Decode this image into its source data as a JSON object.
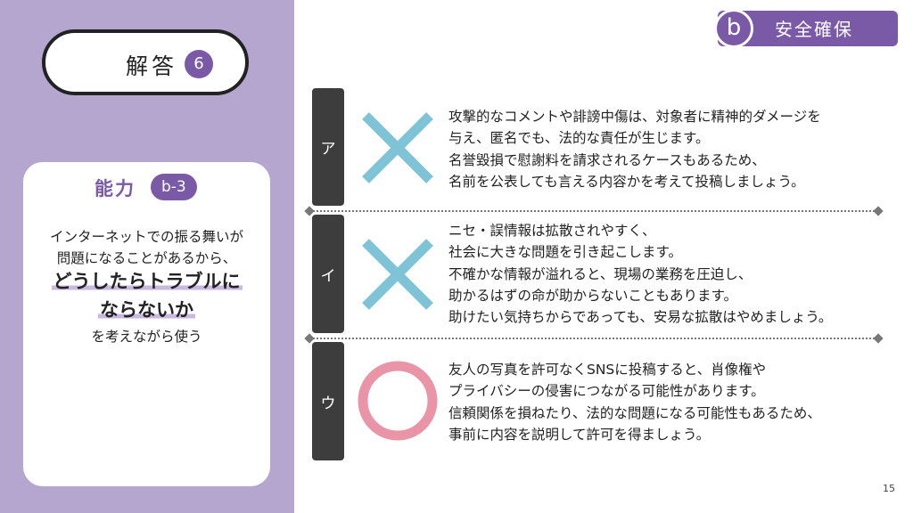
{
  "answer": {
    "label": "解答",
    "number": "6"
  },
  "category": {
    "letter": "b",
    "title": "安全確保"
  },
  "ability": {
    "label": "能力",
    "badge": "b-3",
    "lines": [
      "インターネットでの振る舞いが",
      "問題になることがあるから、"
    ],
    "strong_lines": [
      "どうしたらトラブルに",
      "ならないか"
    ],
    "tail": "を考えながら使う"
  },
  "rows": [
    {
      "tab": "ア",
      "mark": "cross",
      "lines": [
        "攻撃的なコメントや誹謗中傷は、対象者に精神的ダメージを",
        "与え、匿名でも、法的な責任が生じます。",
        "名誉毀損で慰謝料を請求されるケースもあるため、",
        "名前を公表しても言える内容かを考えて投稿しましょう。"
      ]
    },
    {
      "tab": "イ",
      "mark": "cross",
      "lines": [
        "ニセ・誤情報は拡散されやすく、",
        "社会に大きな問題を引き起こします。",
        "不確かな情報が溢れると、現場の業務を圧迫し、",
        "助かるはずの命が助からないこともあります。",
        "助けたい気持ちからであっても、安易な拡散はやめましょう。"
      ]
    },
    {
      "tab": "ウ",
      "mark": "circle",
      "lines": [
        "友人の写真を許可なくSNSに投稿すると、肖像権や",
        "プライバシーの侵害につながる可能性があります。",
        "信頼関係を損ねたり、法的な問題になる可能性もあるため、",
        "事前に内容を説明して許可を得ましょう。"
      ]
    }
  ],
  "colors": {
    "purple": "#7a5aa6",
    "panel": "#b5a6cf",
    "cross": "#7ec3d6",
    "circle": "#ea94a8",
    "tab": "#3d3d3d"
  },
  "page_number": "15"
}
